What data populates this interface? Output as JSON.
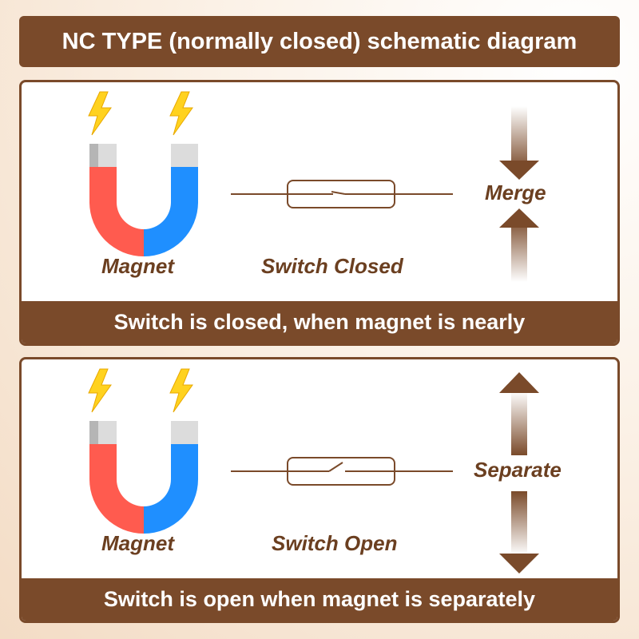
{
  "title": "NC TYPE (normally closed) schematic diagram",
  "panels": [
    {
      "magnet_label": "Magnet",
      "switch_label": "Switch Closed",
      "action_label": "Merge",
      "caption": "Switch is closed, when magnet is nearly"
    },
    {
      "magnet_label": "Magnet",
      "switch_label": "Switch Open",
      "action_label": "Separate",
      "caption": "Switch is open when magnet is separately"
    }
  ],
  "colors": {
    "brown": "#7a4a2a",
    "magnet_red": "#ff5b4f",
    "magnet_blue": "#1f8fff",
    "lightning": "#ffd21f"
  },
  "icons": [
    "lightning-icon",
    "magnet-icon",
    "arrow-down-icon",
    "arrow-up-icon",
    "reed-switch-icon"
  ]
}
